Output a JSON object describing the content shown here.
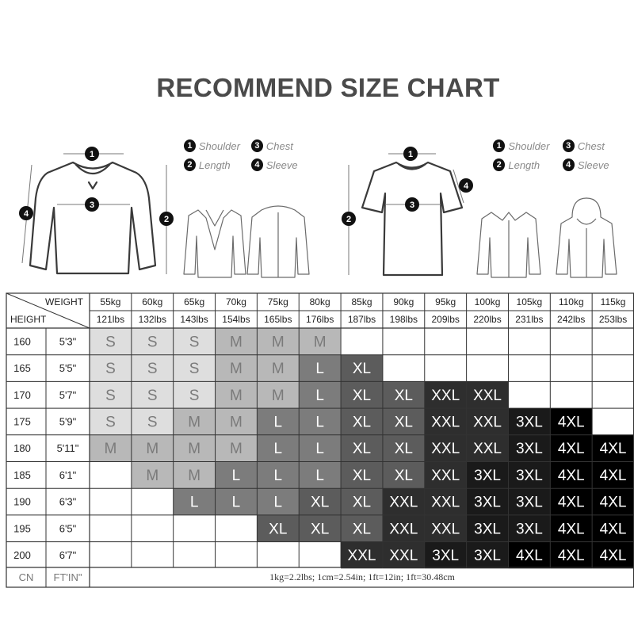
{
  "title": "RECOMMEND SIZE CHART",
  "legends": [
    {
      "items": [
        [
          "1",
          "Shoulder"
        ],
        [
          "3",
          "Chest"
        ],
        [
          "2",
          "Length"
        ],
        [
          "4",
          "Sleeve"
        ]
      ]
    },
    {
      "items": [
        [
          "1",
          "Shoulder"
        ],
        [
          "3",
          "Chest"
        ],
        [
          "2",
          "Length"
        ],
        [
          "4",
          "Sleeve"
        ]
      ]
    }
  ],
  "chart_data": {
    "type": "table",
    "corner": {
      "top": "WEIGHT",
      "bottom": "HEIGHT"
    },
    "weights_kg": [
      "55kg",
      "60kg",
      "65kg",
      "70kg",
      "75kg",
      "80kg",
      "85kg",
      "90kg",
      "95kg",
      "100kg",
      "105kg",
      "110kg",
      "115kg"
    ],
    "weights_lbs": [
      "121lbs",
      "132lbs",
      "143lbs",
      "154lbs",
      "165lbs",
      "176lbs",
      "187lbs",
      "198lbs",
      "209lbs",
      "220lbs",
      "231lbs",
      "242lbs",
      "253lbs"
    ],
    "heights_cm": [
      "160",
      "165",
      "170",
      "175",
      "180",
      "185",
      "190",
      "195",
      "200"
    ],
    "heights_ftin": [
      "5'3\"",
      "5'5\"",
      "5'7\"",
      "5'9\"",
      "5'11\"",
      "6'1\"",
      "6'3\"",
      "6'5\"",
      "6'7\""
    ],
    "sizes": [
      [
        "S",
        "S",
        "S",
        "M",
        "M",
        "M",
        "",
        "",
        "",
        "",
        "",
        "",
        ""
      ],
      [
        "S",
        "S",
        "S",
        "M",
        "M",
        "L",
        "XL",
        "",
        "",
        "",
        "",
        "",
        ""
      ],
      [
        "S",
        "S",
        "S",
        "M",
        "M",
        "L",
        "XL",
        "XL",
        "XXL",
        "XXL",
        "",
        "",
        ""
      ],
      [
        "S",
        "S",
        "M",
        "M",
        "L",
        "L",
        "XL",
        "XL",
        "XXL",
        "XXL",
        "3XL",
        "4XL",
        ""
      ],
      [
        "M",
        "M",
        "M",
        "M",
        "L",
        "L",
        "XL",
        "XL",
        "XXL",
        "XXL",
        "3XL",
        "4XL",
        "4XL"
      ],
      [
        "",
        "M",
        "M",
        "L",
        "L",
        "L",
        "XL",
        "XL",
        "XXL",
        "3XL",
        "3XL",
        "4XL",
        "4XL"
      ],
      [
        "",
        "",
        "L",
        "L",
        "L",
        "XL",
        "XL",
        "XXL",
        "XXL",
        "3XL",
        "3XL",
        "4XL",
        "4XL"
      ],
      [
        "",
        "",
        "",
        "",
        "XL",
        "XL",
        "XL",
        "XXL",
        "XXL",
        "3XL",
        "3XL",
        "4XL",
        "4XL"
      ],
      [
        "",
        "",
        "",
        "",
        "",
        "",
        "XXL",
        "XXL",
        "3XL",
        "3XL",
        "4XL",
        "4XL",
        "4XL"
      ]
    ],
    "footer": {
      "cn": "CN",
      "ftin": "FT'IN\"",
      "note": "1kg=2.2lbs; 1cm=2.54in; 1ft=12in; 1ft=30.48cm"
    },
    "size_colors": {
      "S": "#dedede",
      "M": "#b8b8b8",
      "L": "#7c7c7c",
      "XL": "#5c5c5c",
      "XXL": "#2e2e2e",
      "3XL": "#1a1a1a",
      "4XL": "#000000"
    }
  }
}
